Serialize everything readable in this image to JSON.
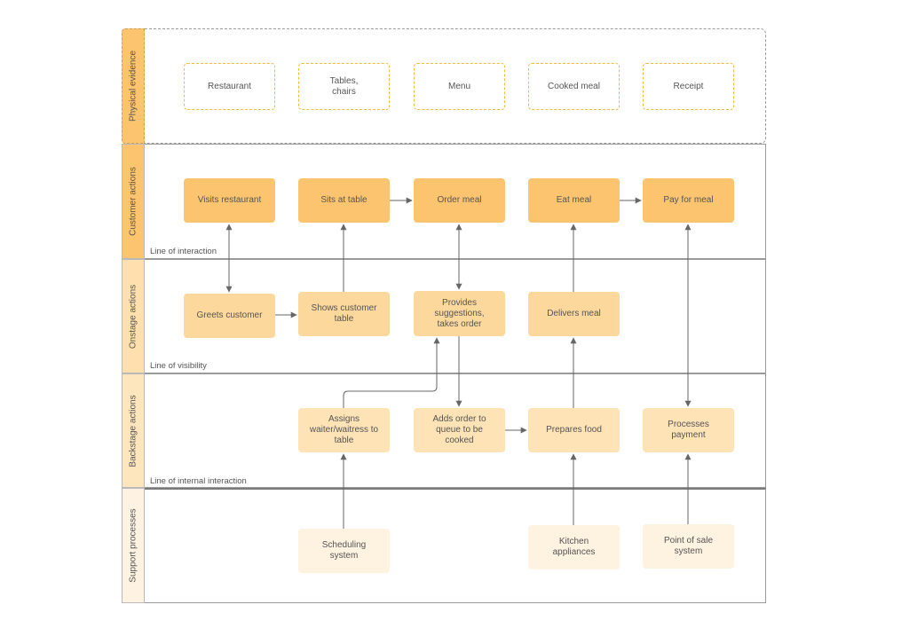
{
  "lanes": {
    "physical": "Physical evidence",
    "customer": "Customer actions",
    "onstage": "Onstage actions",
    "backstage": "Backstage actions",
    "support": "Support processes"
  },
  "lines": {
    "interaction": "Line of interaction",
    "visibility": "Line of visibility",
    "internal": "Line of internal interaction"
  },
  "evidence": [
    "Restaurant",
    "Tables,\nchairs",
    "Menu",
    "Cooked meal",
    "Receipt"
  ],
  "customer_actions": [
    "Visits restaurant",
    "Sits at table",
    "Order meal",
    "Eat meal",
    "Pay for meal"
  ],
  "onstage_actions": [
    "Greets customer",
    "Shows customer\ntable",
    "Provides\nsuggestions,\ntakes order",
    "Delivers meal"
  ],
  "backstage_actions": [
    "Assigns\nwaiter/waitress to\ntable",
    "Adds order to\nqueue to be\ncooked",
    "Prepares food",
    "Processes\npayment"
  ],
  "support_processes": [
    "Scheduling\nsystem",
    "Kitchen\nappliances",
    "Point of sale\nsystem"
  ],
  "colors": {
    "evidence_border": "#f5b93a",
    "customer_fill": "#fcc46f",
    "onstage_fill": "#fdd89c",
    "backstage_fill": "#fde3b6",
    "support_fill": "#fef2e1",
    "lane_band_primary": "#fcc46f",
    "lane_band_light": "#fde5bd",
    "arrow": "#666666"
  }
}
